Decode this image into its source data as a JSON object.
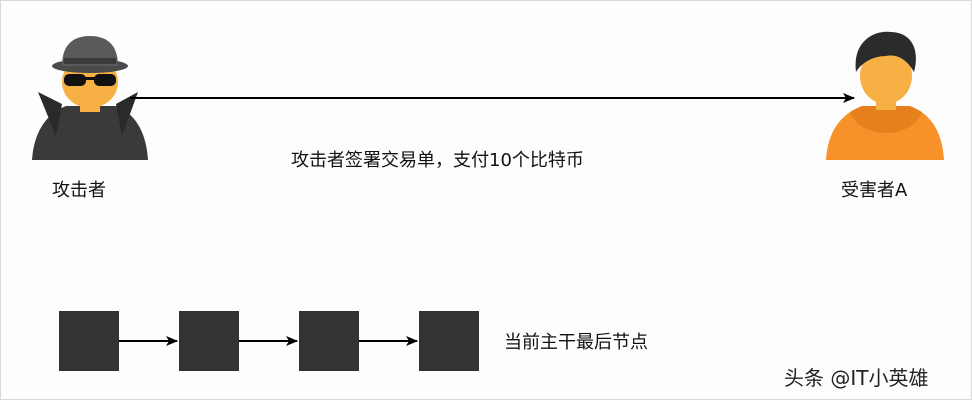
{
  "attacker": {
    "label": "攻击者",
    "icon": "spy-icon",
    "colors": {
      "skin": "#f6b044",
      "coat": "#3a3a3a",
      "hat": "#5a5a5a"
    }
  },
  "victim": {
    "label": "受害者A",
    "icon": "user-icon",
    "colors": {
      "skin": "#f6b044",
      "shirt": "#f7922a",
      "hair": "#2b2b2b"
    }
  },
  "transaction": {
    "label": "攻击者签署交易单，支付10个比特币"
  },
  "chain": {
    "block_count": 4,
    "block_color": "#333333",
    "label": "当前主干最后节点"
  },
  "watermark": "头条 @IT小英雄"
}
